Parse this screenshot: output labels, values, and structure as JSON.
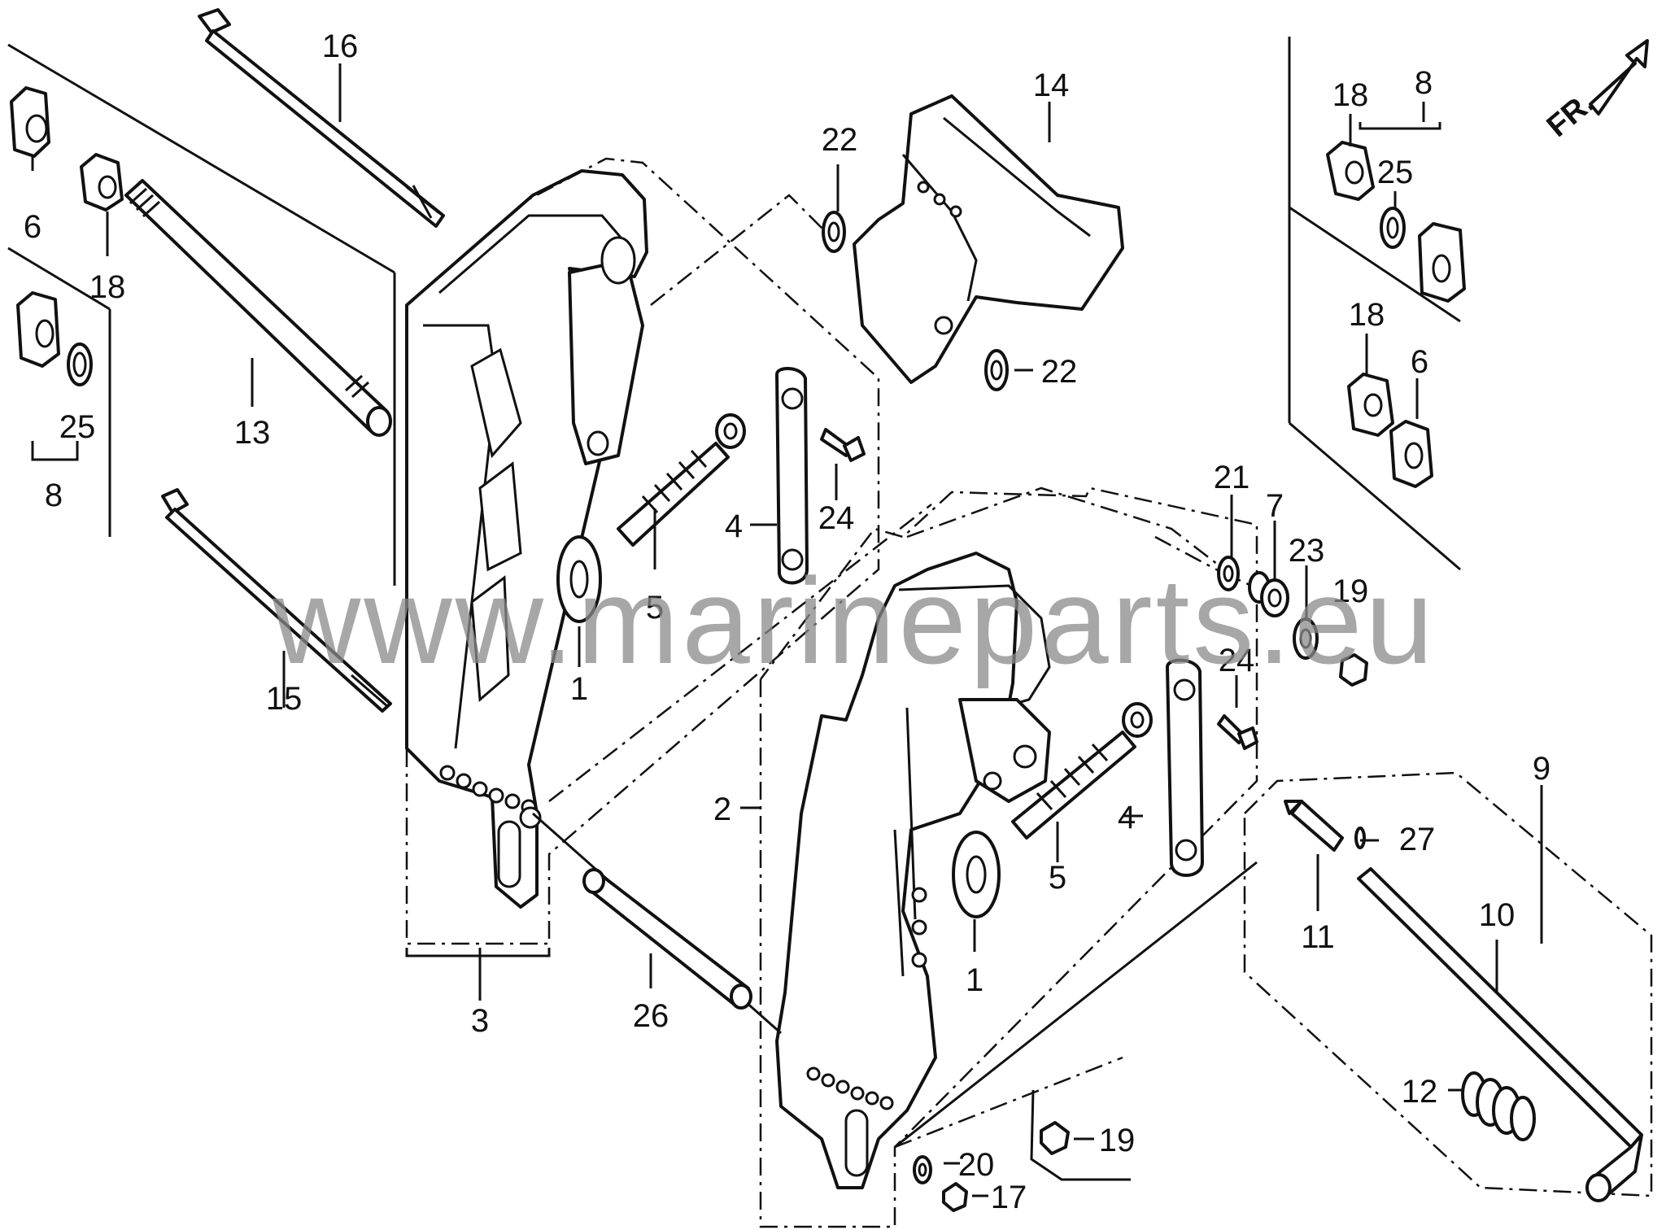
{
  "watermark": "www.marineparts.eu",
  "direction_label": "FR.",
  "callouts": {
    "c1a": "1",
    "c1b": "1",
    "c2": "2",
    "c3": "3",
    "c4a": "4",
    "c4b": "4",
    "c5a": "5",
    "c5b": "5",
    "c6a": "6",
    "c6b": "6",
    "c7": "7",
    "c8a": "8",
    "c8b": "8",
    "c9": "9",
    "c10": "10",
    "c11": "11",
    "c12": "12",
    "c13": "13",
    "c14": "14",
    "c15": "15",
    "c16": "16",
    "c17": "17",
    "c18a": "18",
    "c18b": "18",
    "c18c": "18",
    "c19a": "19",
    "c19b": "19",
    "c20": "20",
    "c21": "21",
    "c22a": "22",
    "c22b": "22",
    "c23": "23",
    "c24a": "24",
    "c24b": "24",
    "c25a": "25",
    "c25b": "25",
    "c26": "26",
    "c27": "27"
  }
}
